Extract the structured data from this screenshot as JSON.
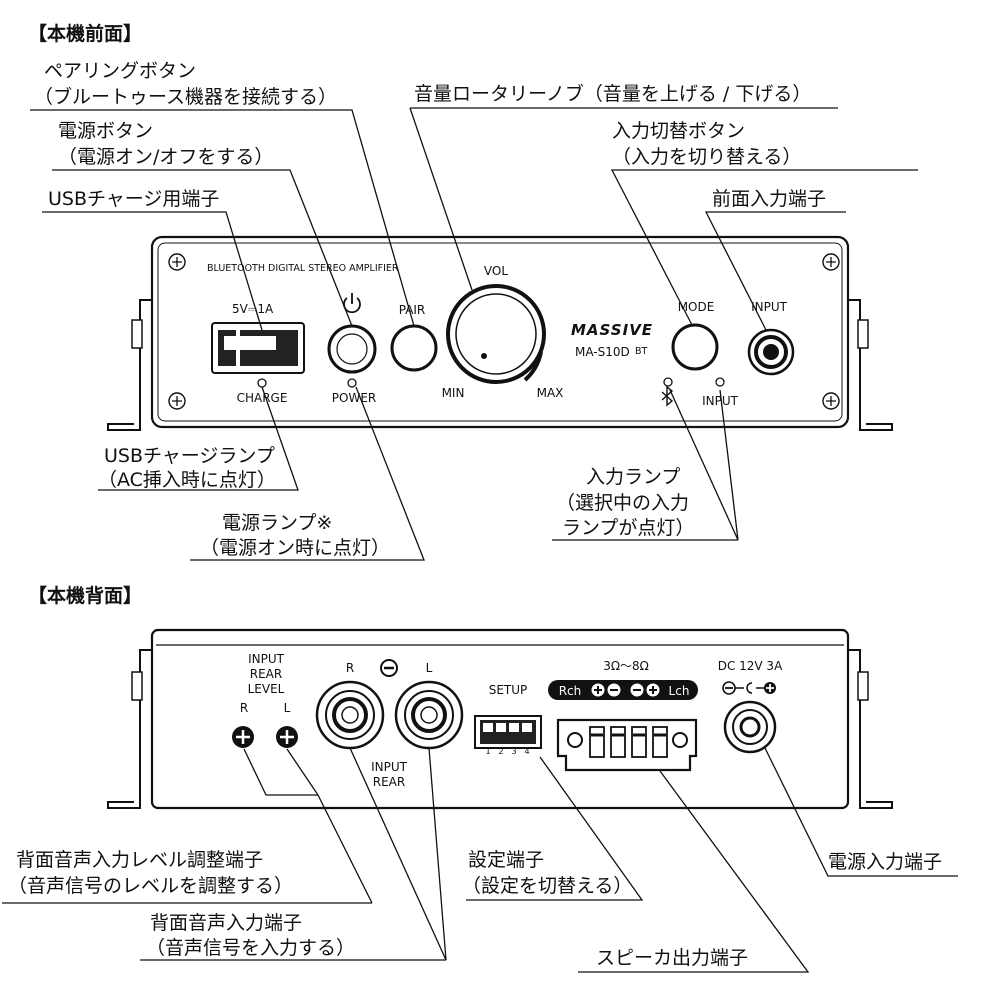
{
  "headings": {
    "front": "【本機前面】",
    "rear": "【本機背面】"
  },
  "front_panel": {
    "model_line": "BLUETOOTH DIGITAL STEREO AMPLIFIER",
    "usb_rating": "5V⎓1A",
    "charge": "CHARGE",
    "power": "POWER",
    "pair": "PAIR",
    "vol": "VOL",
    "min": "MIN",
    "max": "MAX",
    "brand": "MASSIVE",
    "model": "MA-S10D",
    "bt": "BT",
    "mode": "MODE",
    "input_jack": "INPUT",
    "input_lamp": "INPUT"
  },
  "front_callouts": {
    "pairing_button": [
      "ペアリングボタン",
      "（ブルートゥース機器を接続する）"
    ],
    "power_button": [
      "電源ボタン",
      "（電源オン/オフをする）"
    ],
    "usb_charge_port": [
      "USBチャージ用端子"
    ],
    "volume_knob": [
      "音量ロータリーノブ（音量を上げる / 下げる）"
    ],
    "input_switch": [
      "入力切替ボタン",
      "（入力を切り替える）"
    ],
    "front_input": [
      "前面入力端子"
    ],
    "usb_charge_lamp": [
      "USBチャージランプ",
      "（AC挿入時に点灯）"
    ],
    "power_lamp": [
      "電源ランプ※",
      "（電源オン時に点灯）"
    ],
    "input_lamp": [
      "入力ランプ",
      "（選択中の入力",
      "ランプが点灯）"
    ]
  },
  "rear_panel": {
    "input_rear_level": [
      "INPUT",
      "REAR",
      "LEVEL"
    ],
    "level_r": "R",
    "level_l": "L",
    "rca_r": "R",
    "rca_l": "L",
    "input_rear": [
      "INPUT",
      "REAR"
    ],
    "setup": "SETUP",
    "dip_numbers": [
      "1",
      "2",
      "3",
      "4"
    ],
    "impedance": "3Ω〜8Ω",
    "rch": "Rch",
    "lch": "Lch",
    "dc": "DC 12V 3A"
  },
  "rear_callouts": {
    "rear_level": [
      "背面音声入力レベル調整端子",
      "（音声信号のレベルを調整する）"
    ],
    "rear_input": [
      "背面音声入力端子",
      "（音声信号を入力する）"
    ],
    "setup_terminal": [
      "設定端子",
      "（設定を切替える）"
    ],
    "speaker_output": [
      "スピーカ出力端子"
    ],
    "power_input": [
      "電源入力端子"
    ]
  }
}
